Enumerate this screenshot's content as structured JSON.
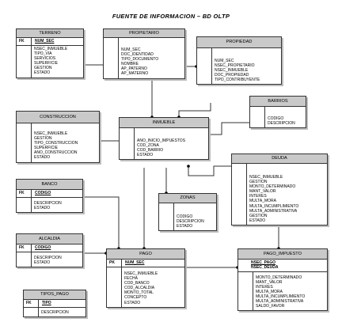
{
  "diagram": {
    "title": "FUENTE DE INFORMACION – BD OLTP"
  },
  "entities": {
    "terreno": {
      "name": "TERRENO",
      "pk_label": "FK",
      "pk_field": "NUM_SEC",
      "fields": [
        "NSEC_INMUEBLE",
        "TIPO_VIA",
        "SERVICIOS",
        "SUPERFICIE",
        "GESTION",
        "ESTADO"
      ]
    },
    "propietario": {
      "name": "PROPIETARIO",
      "fields": [
        "NUM_SEC",
        "DOC_IDENTIDAD",
        "TIPO_DOCUMENTO",
        "NOMBRE",
        "AP_PATERNO",
        "AP_MATERNO"
      ]
    },
    "propiedad": {
      "name": "PROPIEDAD",
      "fields": [
        "NUM_SEC",
        "NSEC_PROPIETARIO",
        "NSEC_INMUEBLE",
        "DOC_PROPIEDAD",
        "TIPO_CONTRIBUYENTE"
      ]
    },
    "barrios": {
      "name": "BARRIOS",
      "fields": [
        "CODIGO",
        "DESCRIPCION"
      ]
    },
    "construccion": {
      "name": "CONSTRUCCION",
      "fields": [
        "NSEC_INMUEBLE",
        "GESTION",
        "TIPO_CONSTRUCCION",
        "SUPERFICIE",
        "ANO_CONSTRUCCION",
        "ESTADO"
      ]
    },
    "inmueble": {
      "name": "INMUEBLE",
      "fields": [
        "ANO_INICIO_IMPUESTOS",
        "COD_ZONA",
        "COD_BARRIO",
        "ESTADO"
      ]
    },
    "deuda": {
      "name": "DEUDA",
      "fields": [
        "NSEC_INMUEBLE",
        "GESTION",
        "MONTO_DETERMINADO",
        "MANT_VALOR",
        "INTERES",
        "MULTA_MORA",
        "MULTA_INCUMPLIMIENTO",
        "MULTA_ADMINISTRATIVA",
        "GESTION",
        "ESTADO"
      ]
    },
    "banco": {
      "name": "BANCO",
      "pk_label": "FK",
      "pk_field": "CODIGO",
      "fields": [
        "DESCRIPCION",
        "ESTADO"
      ]
    },
    "zonas": {
      "name": "ZONAS",
      "fields": [
        "CODIGO",
        "DESCRIPCION",
        "ESTADO"
      ]
    },
    "alcaldia": {
      "name": "ALCALDIA",
      "pk_label": "FK",
      "pk_field": "CODIGO",
      "fields": [
        "DESCRIPCION",
        "ESTADO"
      ]
    },
    "pago": {
      "name": "PAGO",
      "pk_label": "PK",
      "pk_field": "NUM_SEC",
      "fields": [
        "NSEC_INMUEBLE",
        "FECHA",
        "COD_BANCO",
        "COD_ALCALDIA",
        "MONTO_TOTAL",
        "CONCEPTO",
        "ESTADO"
      ]
    },
    "pago_impuesto": {
      "name": "PAGO_IMPUESTO",
      "pk_fields": [
        "NSEC_PAGO",
        "NSEC_DEUDA"
      ],
      "fields": [
        "MONTO_DETERMINADO",
        "MANT_VALOR",
        "INTERES",
        "MULTA_MORA",
        "MULTA_INCUMPLIMIENTO",
        "MULTA_ADMINISTRATIVA",
        "SALDO_FAVOR"
      ]
    },
    "tipos_pago": {
      "name": "TIPOS_PAGO",
      "pk_label": "FK",
      "pk_field": "TIPO",
      "fields": [
        "DESCRIPCION"
      ]
    }
  }
}
